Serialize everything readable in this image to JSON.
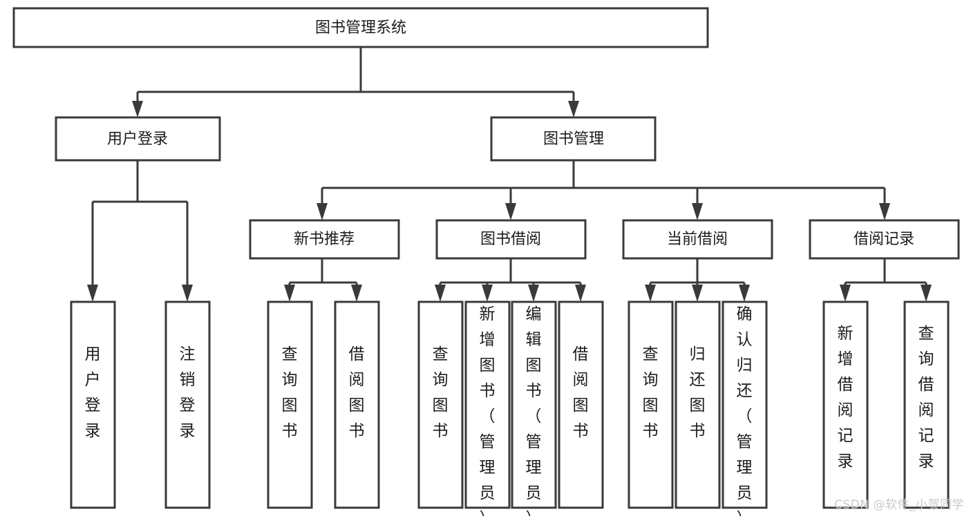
{
  "diagram": {
    "title": "图书管理系统",
    "type": "tree",
    "watermark": "CSDN @软件_小贺同学",
    "colors": {
      "box_stroke": "#3a3a3a",
      "box_fill": "#ffffff",
      "text": "#1c1c1c",
      "watermark": "#c9c9c9",
      "background": "#ffffff"
    },
    "root": {
      "id": "root",
      "label": "图书管理系统"
    },
    "level2": [
      {
        "id": "user-login",
        "label": "用户登录"
      },
      {
        "id": "book-manage",
        "label": "图书管理"
      }
    ],
    "level3": [
      {
        "id": "new-book-rec",
        "label": "新书推荐",
        "parent": "book-manage"
      },
      {
        "id": "book-borrow",
        "label": "图书借阅",
        "parent": "book-manage"
      },
      {
        "id": "current-borrow",
        "label": "当前借阅",
        "parent": "book-manage"
      },
      {
        "id": "borrow-record",
        "label": "借阅记录",
        "parent": "book-manage"
      }
    ],
    "leaves": [
      {
        "id": "leaf-user-login",
        "label": "用户登录",
        "parent": "user-login"
      },
      {
        "id": "leaf-logout-login",
        "label": "注销登录",
        "parent": "user-login"
      },
      {
        "id": "leaf-query-book-1",
        "label": "查询图书",
        "parent": "new-book-rec"
      },
      {
        "id": "leaf-borrow-book-1",
        "label": "借阅图书",
        "parent": "new-book-rec"
      },
      {
        "id": "leaf-query-book-2",
        "label": "查询图书",
        "parent": "book-borrow"
      },
      {
        "id": "leaf-add-book",
        "label": "新增图书（管理员）",
        "parent": "book-borrow"
      },
      {
        "id": "leaf-edit-book",
        "label": "编辑图书（管理员）",
        "parent": "book-borrow"
      },
      {
        "id": "leaf-borrow-book-2",
        "label": "借阅图书",
        "parent": "book-borrow"
      },
      {
        "id": "leaf-query-book-3",
        "label": "查询图书",
        "parent": "current-borrow"
      },
      {
        "id": "leaf-return-book",
        "label": "归还图书",
        "parent": "current-borrow"
      },
      {
        "id": "leaf-confirm-return",
        "label": "确认归还（管理员）",
        "parent": "current-borrow"
      },
      {
        "id": "leaf-add-record",
        "label": "新增借阅记录",
        "parent": "borrow-record"
      },
      {
        "id": "leaf-query-record",
        "label": "查询借阅记录",
        "parent": "borrow-record"
      }
    ]
  }
}
